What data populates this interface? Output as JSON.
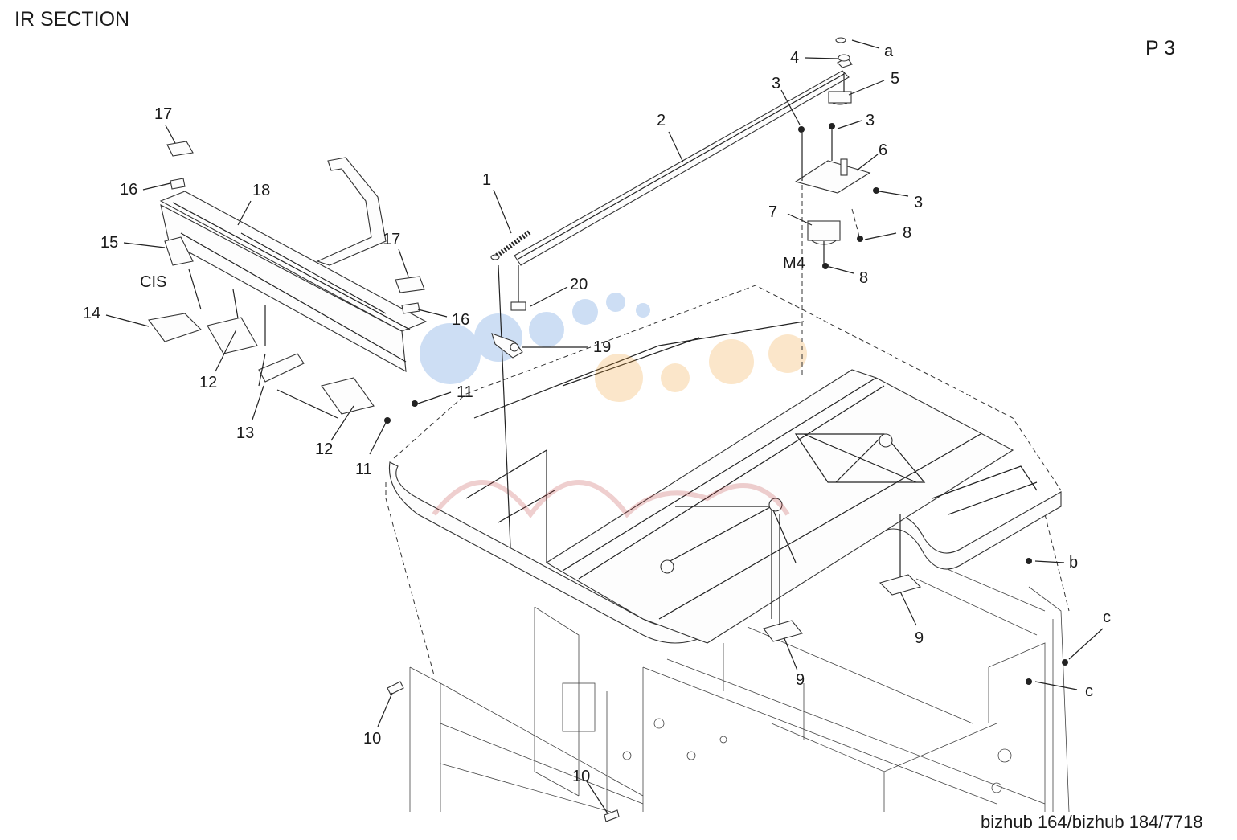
{
  "header": {
    "title": "IR SECTION",
    "page_label": "P 3",
    "model": "bizhub 164/bizhub 184/7718"
  },
  "callouts": [
    {
      "name": "callout-1",
      "label": "1"
    },
    {
      "name": "callout-2",
      "label": "2"
    },
    {
      "name": "callout-3a",
      "label": "3"
    },
    {
      "name": "callout-3b",
      "label": "3"
    },
    {
      "name": "callout-3c",
      "label": "3"
    },
    {
      "name": "callout-4",
      "label": "4"
    },
    {
      "name": "callout-5",
      "label": "5"
    },
    {
      "name": "callout-6",
      "label": "6"
    },
    {
      "name": "callout-7",
      "label": "7"
    },
    {
      "name": "callout-8a",
      "label": "8"
    },
    {
      "name": "callout-8b",
      "label": "8"
    },
    {
      "name": "callout-9a",
      "label": "9"
    },
    {
      "name": "callout-9b",
      "label": "9"
    },
    {
      "name": "callout-10a",
      "label": "10"
    },
    {
      "name": "callout-10b",
      "label": "10"
    },
    {
      "name": "callout-11a",
      "label": "11"
    },
    {
      "name": "callout-11b",
      "label": "11"
    },
    {
      "name": "callout-12a",
      "label": "12"
    },
    {
      "name": "callout-12b",
      "label": "12"
    },
    {
      "name": "callout-13",
      "label": "13"
    },
    {
      "name": "callout-14",
      "label": "14"
    },
    {
      "name": "callout-15",
      "label": "15"
    },
    {
      "name": "callout-16a",
      "label": "16"
    },
    {
      "name": "callout-16b",
      "label": "16"
    },
    {
      "name": "callout-17a",
      "label": "17"
    },
    {
      "name": "callout-17b",
      "label": "17"
    },
    {
      "name": "callout-18",
      "label": "18"
    },
    {
      "name": "callout-19",
      "label": "19"
    },
    {
      "name": "callout-20",
      "label": "20"
    },
    {
      "name": "callout-a",
      "label": "a"
    },
    {
      "name": "callout-b",
      "label": "b"
    },
    {
      "name": "callout-c1",
      "label": "c"
    },
    {
      "name": "callout-c2",
      "label": "c"
    },
    {
      "name": "callout-cis",
      "label": "CIS"
    },
    {
      "name": "callout-m4",
      "label": "M4"
    }
  ]
}
